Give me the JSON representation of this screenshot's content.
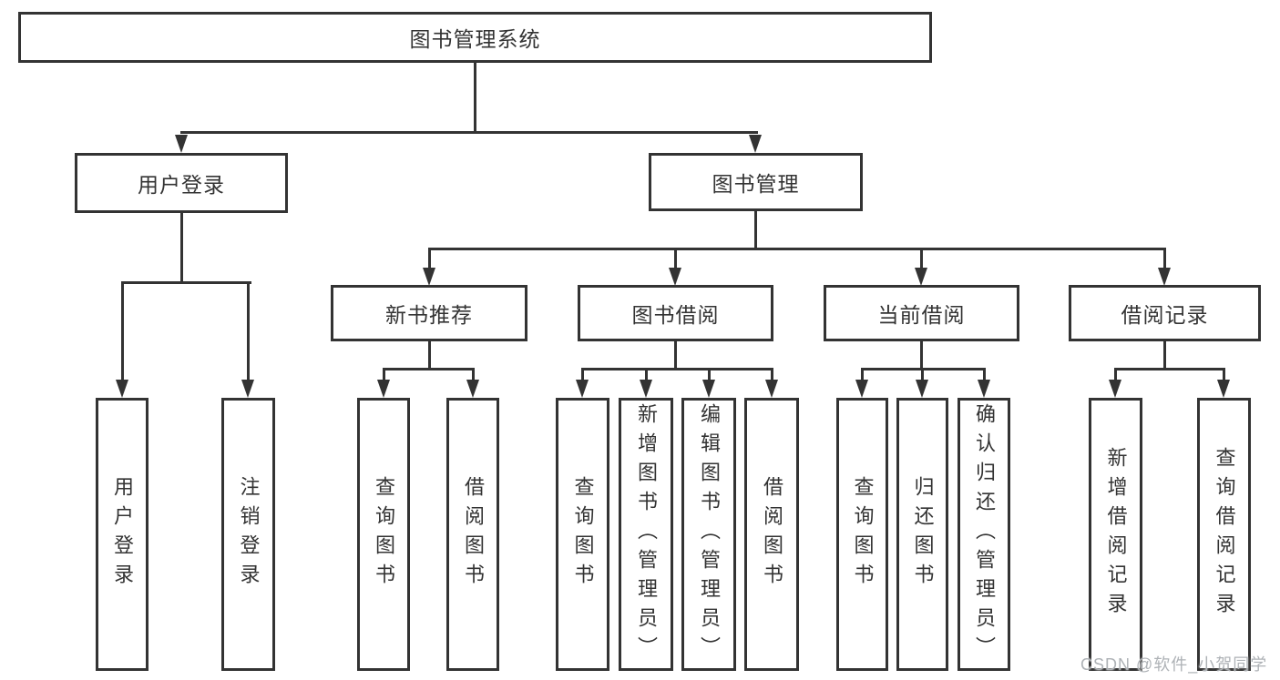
{
  "diagram": {
    "title": "图书管理系统",
    "level2": [
      {
        "label": "用户登录"
      },
      {
        "label": "图书管理"
      }
    ],
    "level3": [
      {
        "label": "新书推荐"
      },
      {
        "label": "图书借阅"
      },
      {
        "label": "当前借阅"
      },
      {
        "label": "借阅记录"
      }
    ],
    "leaves": [
      {
        "label": "用户登录"
      },
      {
        "label": "注销登录"
      },
      {
        "label": "查询图书"
      },
      {
        "label": "借阅图书"
      },
      {
        "label": "查询图书"
      },
      {
        "label": "新增图书（管理员）"
      },
      {
        "label": "编辑图书（管理员）"
      },
      {
        "label": "借阅图书"
      },
      {
        "label": "查询图书"
      },
      {
        "label": "归还图书"
      },
      {
        "label": "确认归还（管理员）"
      },
      {
        "label": "新增借阅记录"
      },
      {
        "label": "查询借阅记录"
      }
    ],
    "watermark": "CSDN @软件_小贺同学",
    "colors": {
      "line": "#333333",
      "text": "#333333",
      "watermark": "#aeb2b6",
      "background": "#ffffff"
    }
  }
}
